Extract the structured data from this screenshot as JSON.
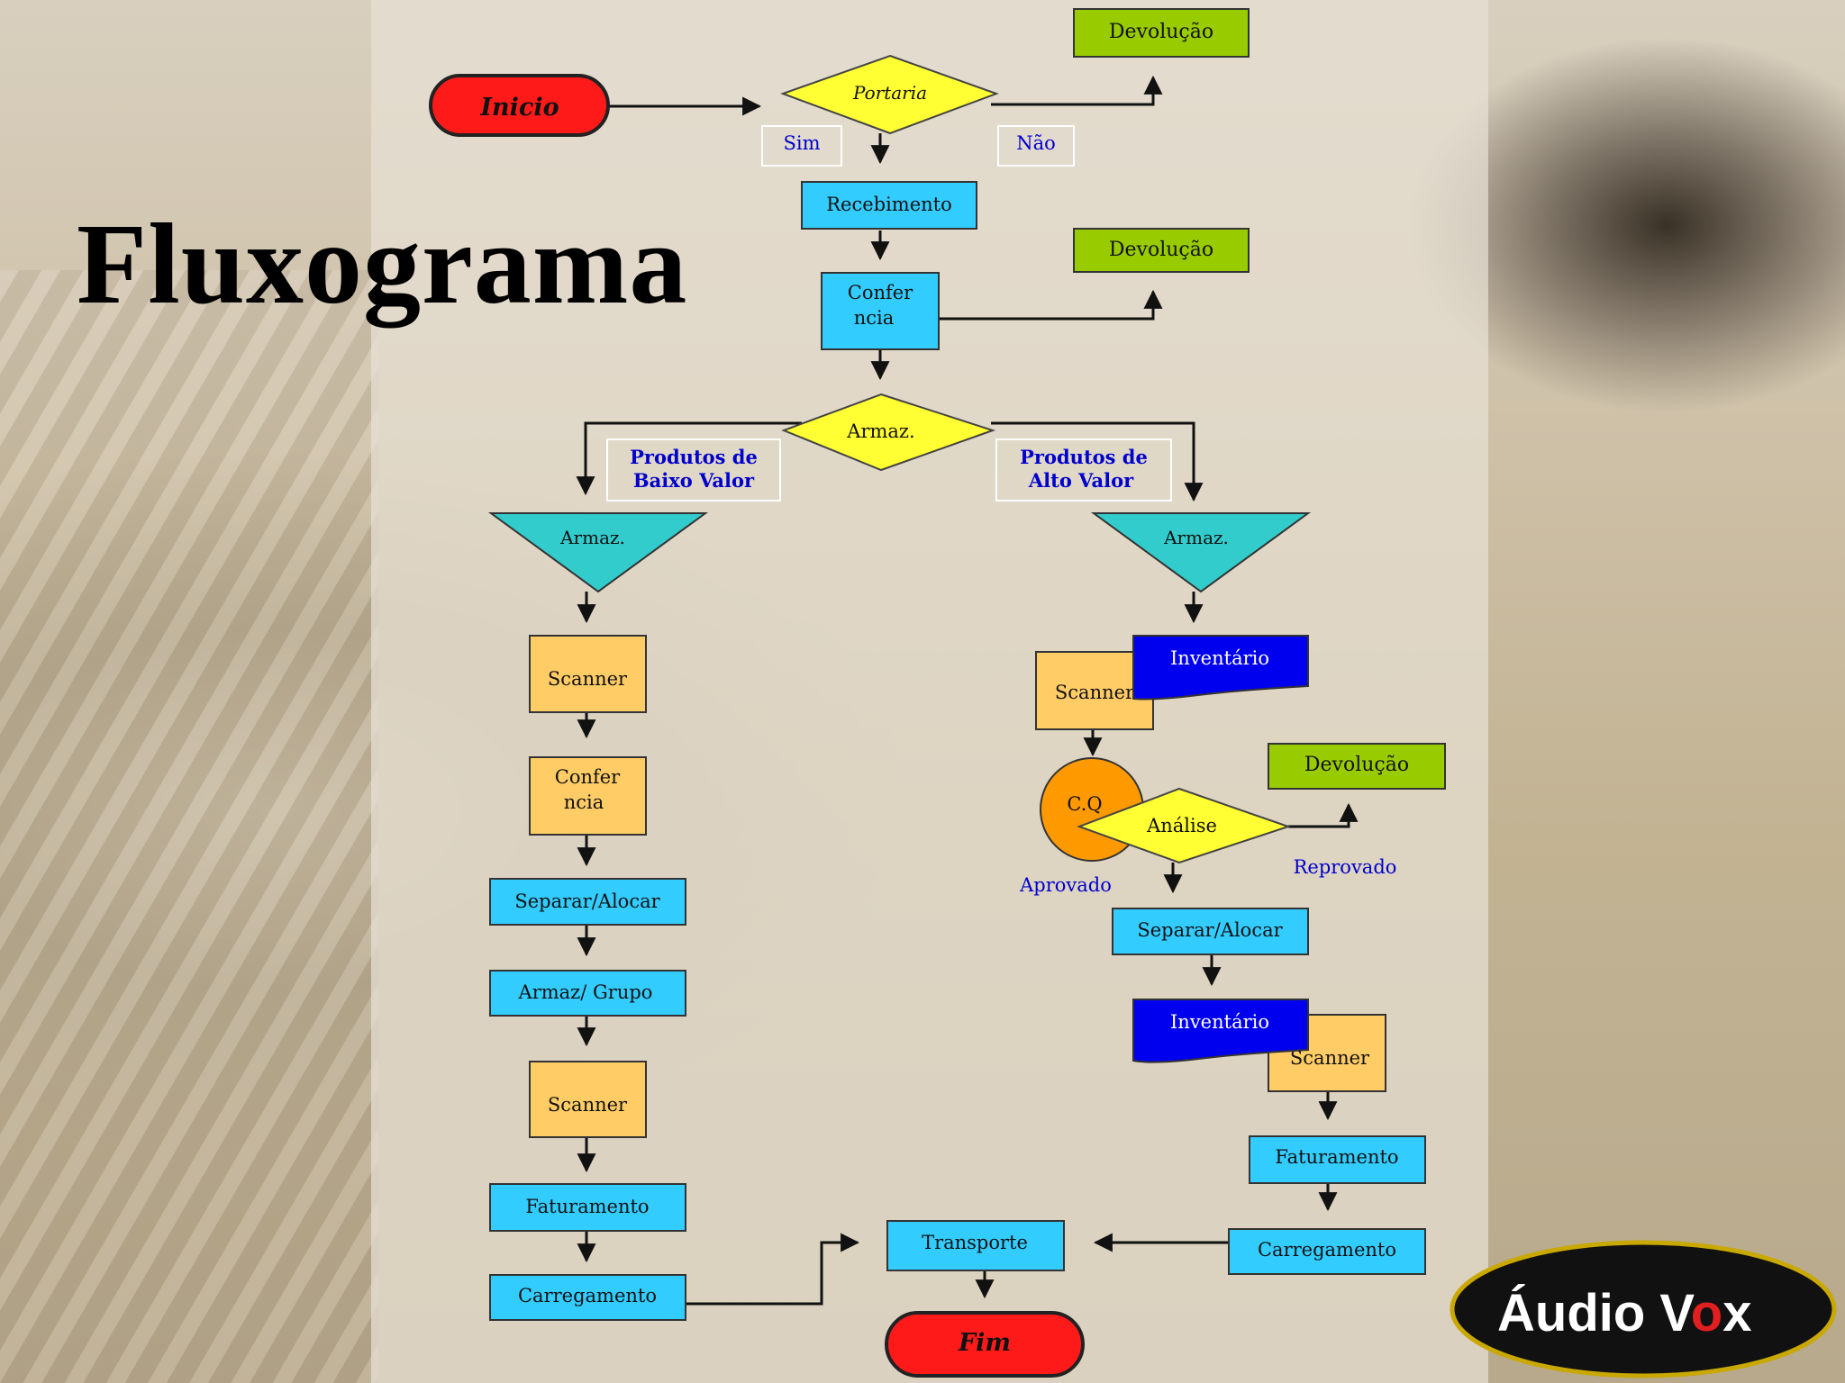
{
  "title": "Fluxograma",
  "logo": {
    "text_a": "Áudio V",
    "text_o": "o",
    "text_b": "x"
  },
  "nodes": {
    "inicio": "Inicio",
    "portaria": "Portaria",
    "sim": "Sim",
    "nao": "Não",
    "devolucao_1": "Devolução",
    "recebimento": "Recebimento",
    "conferencia_1": [
      "Confer",
      "ncia"
    ],
    "devolucao_2": "Devolução",
    "armaz_decision": "Armaz.",
    "baixo_valor": [
      "Produtos de",
      "Baixo Valor"
    ],
    "alto_valor": [
      "Produtos de",
      "Alto Valor"
    ],
    "armaz_left": "Armaz.",
    "armaz_right": "Armaz.",
    "scanner_l1": "Scanner",
    "conferencia_2": [
      "Confer",
      "ncia"
    ],
    "separar_l": "Separar/Alocar",
    "armaz_grupo": "Armaz/ Grupo",
    "scanner_l2": "Scanner",
    "faturamento_l": "Faturamento",
    "carregamento_l": "Carregamento",
    "transporte": "Transporte",
    "fim": "Fim",
    "inventario_1": "Inventário",
    "scanner_r1": "Scanner",
    "cq": "C.Q",
    "analise": "Análise",
    "devolucao_3": "Devolução",
    "aprovado": "Aprovado",
    "reprovado": "Reprovado",
    "separar_r": "Separar/Alocar",
    "inventario_2": "Inventário",
    "scanner_r2": "Scanner",
    "faturamento_r": "Faturamento",
    "carregamento_r": "Carregamento"
  },
  "colors": {
    "start_end": "#ff1a1a",
    "decision": "#ffff33",
    "devolucao": "#99cc00",
    "process_blue": "#33ccff",
    "process_orange": "#ffcc66",
    "triangle": "#33cccc",
    "inventario": "#0000ee",
    "cq": "#ff9900",
    "label_blue": "#0000cc"
  }
}
